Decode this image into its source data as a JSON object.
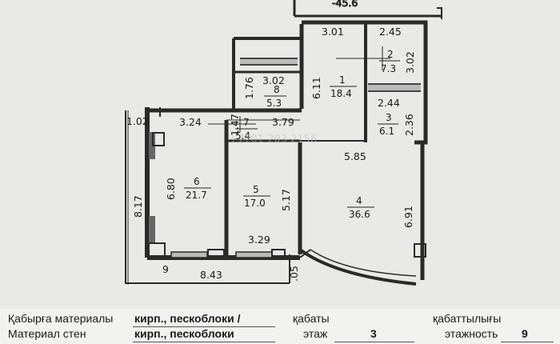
{
  "plan": {
    "top_partial_text": "-45.6",
    "watermark": "+7701 203 2156",
    "dimensions": [
      "3.01",
      "2.45",
      "3.02",
      "6.11",
      "3.02",
      "1.76",
      "2.44",
      "2.36",
      "1.02",
      "3.24",
      "1.47",
      "3.79",
      "5.85",
      "6.80",
      "8.17",
      "5.17",
      "6.91",
      "3.29",
      "9",
      "8.43",
      ".05"
    ],
    "rooms": [
      {
        "number": "1",
        "area": "18.4"
      },
      {
        "number": "2",
        "area": "7.3"
      },
      {
        "number": "3",
        "area": "6.1"
      },
      {
        "number": "4",
        "area": "36.6"
      },
      {
        "number": "5",
        "area": "17.0"
      },
      {
        "number": "6",
        "area": "21.7"
      },
      {
        "number": "7",
        "area": "5.4"
      },
      {
        "number": "8",
        "area": "5.3"
      }
    ]
  },
  "info": {
    "wall_label_kz": "Қабырға материалы",
    "wall_label_ru": "Материал стен",
    "wall_value_1": "кирп., пескоблоки /",
    "wall_value_2": "кирп., пескоблоки",
    "floor_label_kz": "қабаты",
    "floor_label_ru": "этаж",
    "floor_value": "3",
    "floors_label_kz": "қабаттылығы",
    "floors_label_ru": "этажность",
    "floors_value": "9"
  }
}
